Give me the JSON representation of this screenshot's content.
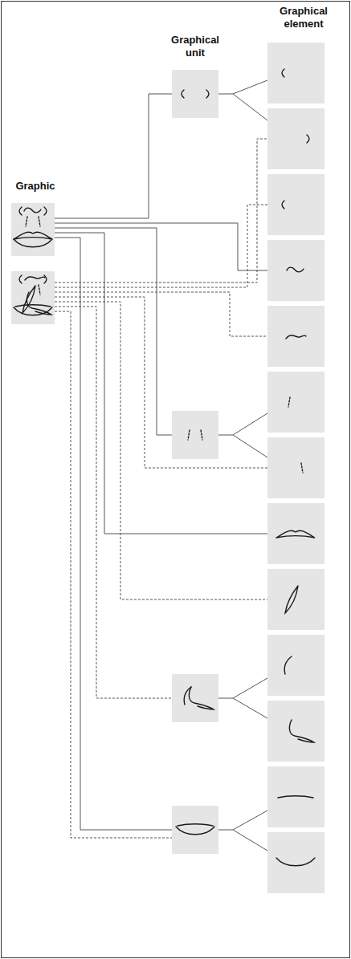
{
  "diagram": {
    "labels": [
      "Graphical element",
      "Graphical unit",
      "Graphic"
    ]
  }
}
